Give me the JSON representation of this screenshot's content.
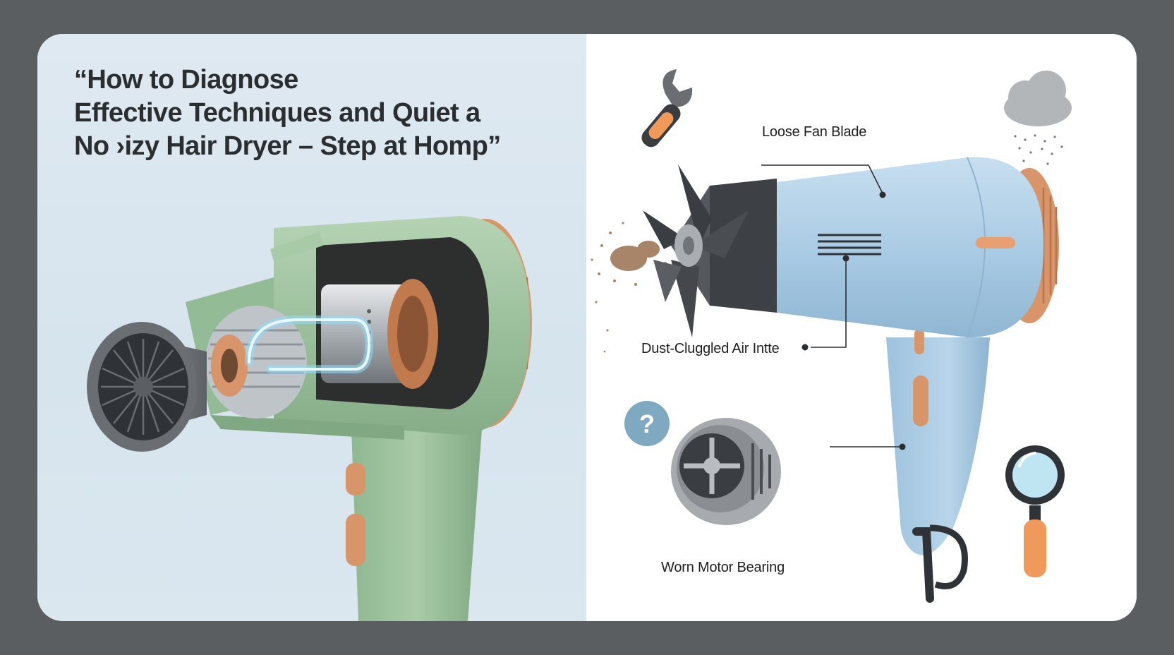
{
  "title": {
    "line1": "“How to Diagnose",
    "line2": "Effective Techniques and Quiet a",
    "line3": "No ›izy Hair Dryer – Step at Homp”"
  },
  "callouts": {
    "fan_blade": "Loose Fan Blade",
    "air_intake": "Dust-Cluggled Air Intte",
    "motor_bearing": "Worn Motor Bearing"
  },
  "badge": {
    "symbol": "?"
  },
  "icons": [
    "wrench-icon",
    "cloud-icon",
    "question-icon",
    "magnifier-icon"
  ],
  "colors": {
    "frame": "#5b5e60",
    "left_bg": "#dbe7ef",
    "green_dryer": "#9cc09c",
    "blue_dryer": "#aacbe2",
    "copper": "#d8956a",
    "badge_blue": "#7fa8c1",
    "orange_accent": "#f0a060"
  }
}
